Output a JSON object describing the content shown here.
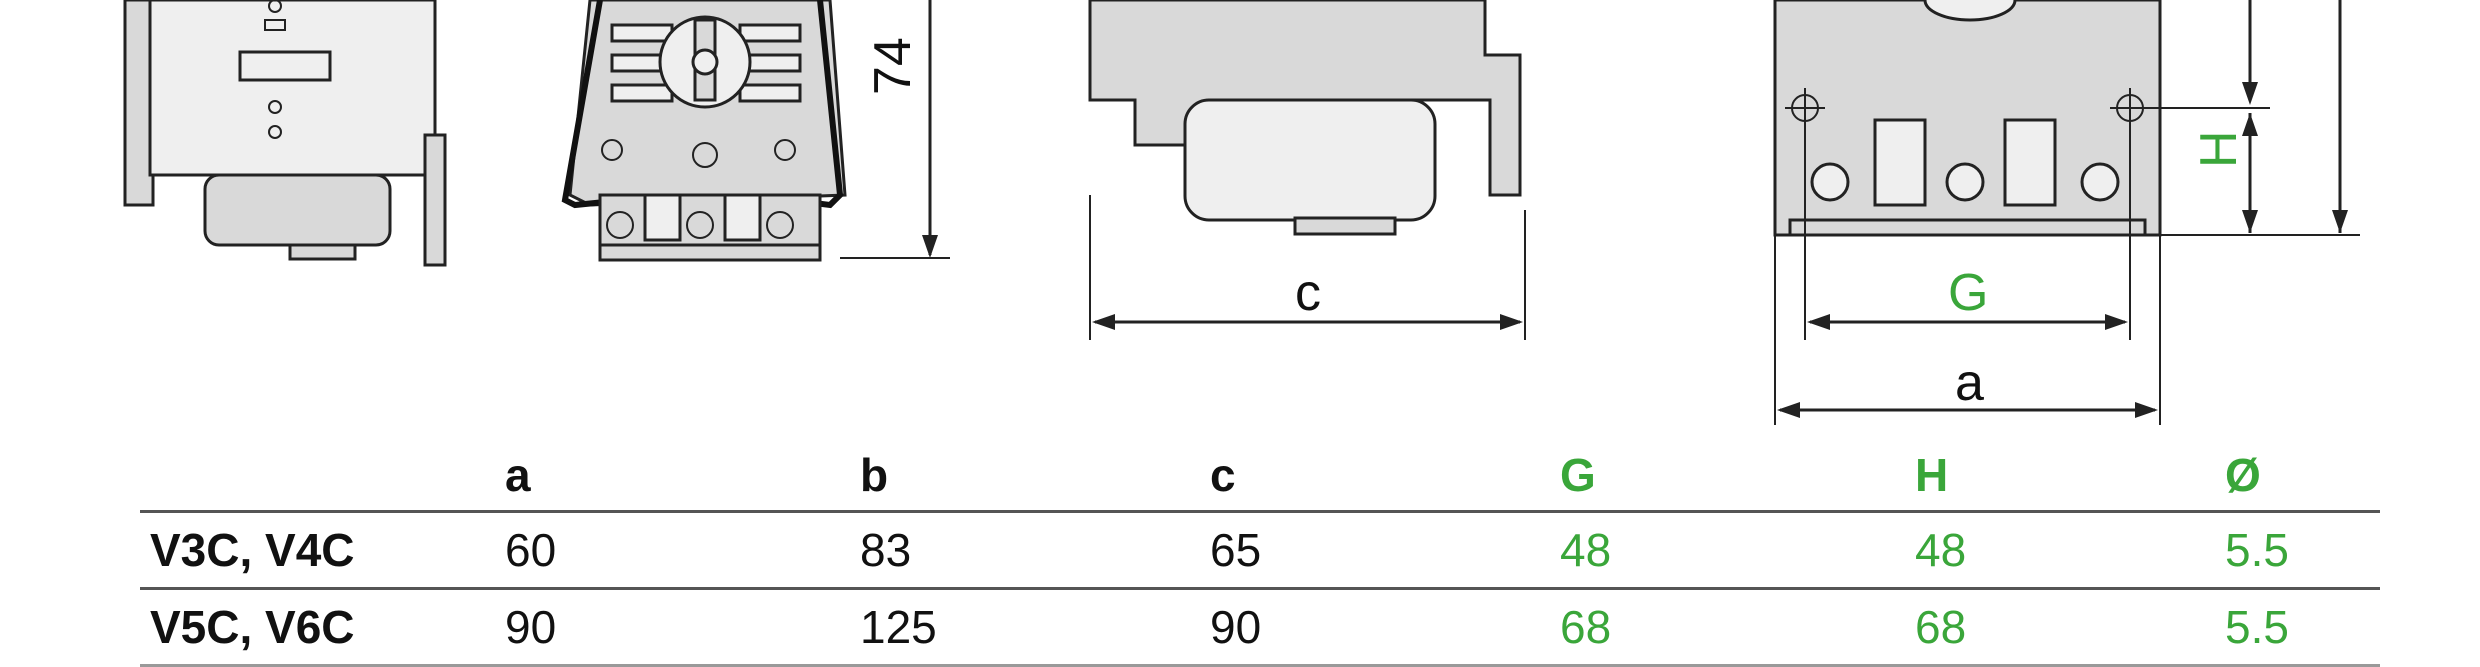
{
  "labels": {
    "dim_74": "74",
    "dim_c": "c",
    "dim_G": "G",
    "dim_a": "a",
    "dim_H": "H"
  },
  "colors": {
    "green": "#3aa63a",
    "line": "#222222",
    "part_fill": "#d9d9d9"
  },
  "table": {
    "headers": [
      "",
      "a",
      "b",
      "c",
      "G",
      "H",
      "Ø"
    ],
    "rows": [
      {
        "model": "V3C, V4C",
        "a": "60",
        "b": "83",
        "c": "65",
        "G": "48",
        "H": "48",
        "phi": "5.5"
      },
      {
        "model": "V5C, V6C",
        "a": "90",
        "b": "125",
        "c": "90",
        "G": "68",
        "H": "68",
        "phi": "5.5"
      }
    ]
  }
}
